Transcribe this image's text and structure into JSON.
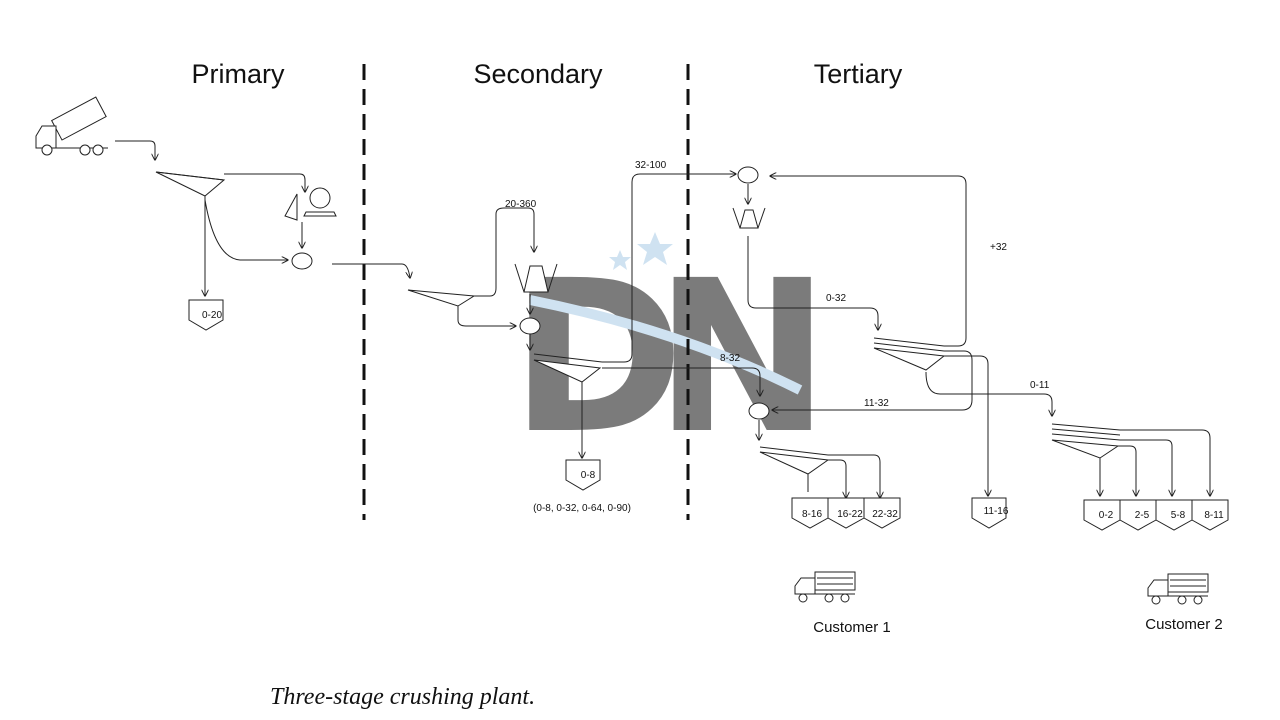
{
  "stages": {
    "primary": "Primary",
    "secondary": "Secondary",
    "tertiary": "Tertiary"
  },
  "bins": {
    "b020": "0-20",
    "b08": "0-8",
    "b816": "8-16",
    "b1622": "16-22",
    "b2232": "22-32",
    "b1116": "11-16",
    "b02": "0-2",
    "b25": "2-5",
    "b58": "5-8",
    "b811": "8-11"
  },
  "flows": {
    "f20360": "20-360",
    "f32100": "32-100",
    "fplus32": "+32",
    "f032": "0-32",
    "f832": "8-32",
    "f1132": "11-32",
    "f011": "0-11"
  },
  "products_note": "(0-8, 0-32, 0-64, 0-90)",
  "customers": {
    "c1": "Customer 1",
    "c2": "Customer 2"
  },
  "caption": "Three-stage crushing plant.",
  "watermark": {
    "text": "DN",
    "color": "#a9cbe6"
  }
}
